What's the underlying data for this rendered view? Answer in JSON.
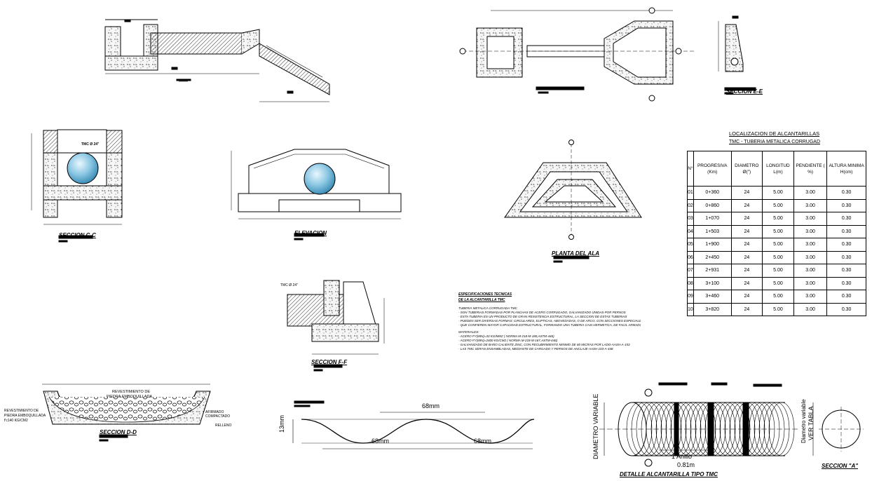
{
  "table": {
    "title": "LOCALIZACION DE ALCANTARILLAS",
    "subtitle": "TMC - TUBERIA METALICA CORRUGAD",
    "headers": [
      "N°",
      "PROGRESIVA (Km)",
      "DIAMETRO Ø(\")",
      "LONGITUD L(m)",
      "PENDIENTE ( %)",
      "ALTURA MINIMA H(cm)"
    ],
    "rows": [
      [
        "01",
        "0+360",
        "24",
        "5.00",
        "3.00",
        "0.30"
      ],
      [
        "02",
        "0+860",
        "24",
        "5.00",
        "3.00",
        "0.30"
      ],
      [
        "03",
        "1+070",
        "24",
        "5.00",
        "3.00",
        "0.30"
      ],
      [
        "04",
        "1+503",
        "24",
        "5.00",
        "3.00",
        "0.30"
      ],
      [
        "05",
        "1+900",
        "24",
        "5.00",
        "3.00",
        "0.30"
      ],
      [
        "06",
        "2+450",
        "24",
        "5.00",
        "3.00",
        "0.30"
      ],
      [
        "07",
        "2+931",
        "24",
        "5.00",
        "3.00",
        "0.30"
      ],
      [
        "08",
        "3+100",
        "24",
        "5.00",
        "3.00",
        "0.30"
      ],
      [
        "09",
        "3+460",
        "24",
        "5.00",
        "3.00",
        "0.30"
      ],
      [
        "10",
        "3+820",
        "24",
        "5.00",
        "3.00",
        "0.30"
      ]
    ]
  },
  "section_titles": {
    "seccion_e_e": "SECCION E-E",
    "seccion_c_c": "SECCION C-C",
    "elevacion": "ELEVACION",
    "planta_ala": "PLANTA DEL ALA",
    "seccion_f_f": "SECCION F-F",
    "seccion_d_d": "SECCION D-D",
    "detalle_alcantarilla": "DETALLE ALCANTARILLA TIPO TMC",
    "seccion_a": "SECCION \"A\""
  },
  "corrugation": {
    "pitch_top": "68mm",
    "pitch_bottom_left": "68mm",
    "pitch_bottom_right": "68mm",
    "depth": "13mm"
  },
  "detail_pipe": {
    "left_label": "DIAMETRO VARIABLE",
    "right_label_1": "Diametro variable",
    "right_label_2": "VER TABLA",
    "ring_label": "1 Anillo",
    "ring_length": "0.81m"
  },
  "annotations": {
    "revestimiento_top": "REVESTIMIENTO DE",
    "revestimiento_bottom": "PIEDRA EMBOQUILLADA",
    "revestimiento_left_1": "REVESTIMIENTO DE",
    "revestimiento_left_2": "PIEDRA EMBOQUILLADA",
    "revestimiento_left_3": "f'c140 KG/CM2",
    "afirmado_1": "AFIRMADO",
    "afirmado_2": "COMPACTADO",
    "relleno": "RELLENO",
    "tmc_f": "TMC Ø 24\"",
    "tmc_c": "TMC Ø 24\""
  },
  "notes": {
    "heading_1": "ESPECIFICACIONES TECNICAS",
    "heading_2": "DE LA ALCANTARILLA TMC",
    "lines": [
      "TUBERIA METALICA CORRUGADA TMC",
      "- SON TUBERIAS FORMADAS POR PLANCHAS DE ACERO CORRUGADO, GALVANIZADO UNIDAS POR PERNOS",
      "- ESTA TUBERIA ES UN PRODUCTO DE GRAN RESISTENCIA ESTRUCTURAL, LA SECCION DE ESTAS TUBERIAS",
      "- PUEDEN SER DIVERSAS FORMAS: CIRCULARES, ELIPTICAS, ABOVEDADAS, O DE ARCO, CON SECCIONES ESPECIALES",
      "- QUE CONFIEREN MAYOR CAPACIDAD ESTRUCTURAL, FORMANDO UNA TUBERIA CASI HERMETICA, DE FACIL ARMADO",
      "MATERIALES:",
      "- ACERO FY(MIN)=33 KG/MM2 ( NORMA M-218-M-180,ASTM-446)",
      "- ACERO FY(MIN)=2400 KG/CM2 ( NORMA M-218-M-167,ASTM-446)",
      "- GALVANIZADO DE BAÑO CALIENTE ZINC, CON RECUBRIMIENTO MINIMO DE 60 MICRAS POR LADO-AASH-A-153",
      "- LAS TMC SERAN ENSAMBLADAS, MEDIANTE DE CARGADO Y PERNOS DE ANCLAJE-AASH 103-A-448"
    ]
  },
  "colors": {
    "ink": "#000000",
    "pipe_fill": "#6fb3d6",
    "pipe_highlight": "#e8f6fc",
    "concrete": "#f4f4f4"
  }
}
